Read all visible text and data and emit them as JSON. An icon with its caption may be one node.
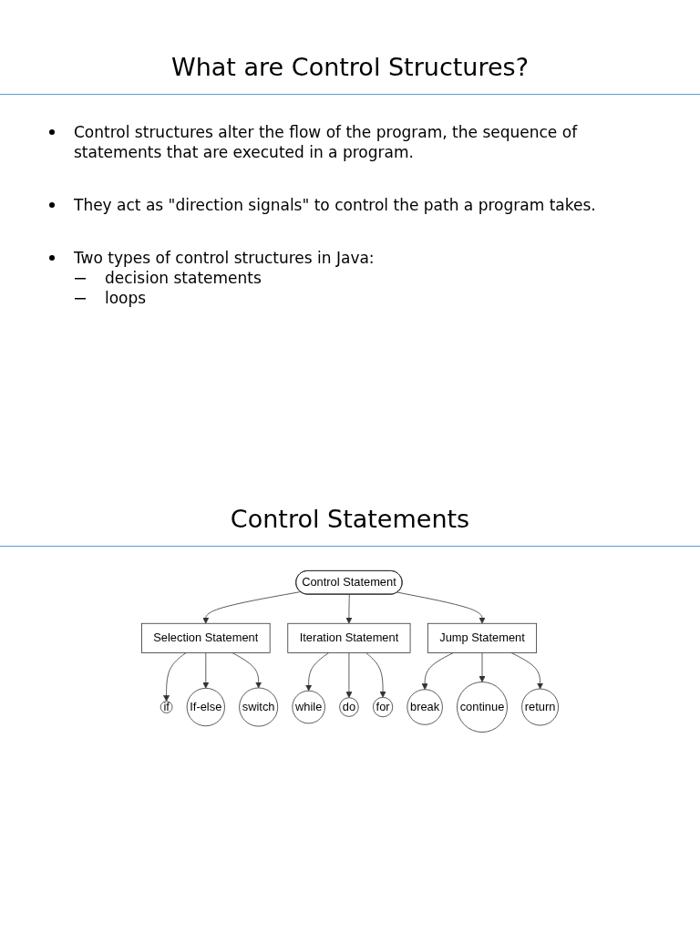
{
  "diagram": {
    "title": "What are Control Structures?",
    "nodes": [
      {
        "text": [
          "Control Statement"
        ]
      },
      {
        "text": [
          "Selection Statement"
        ]
      },
      {
        "text": [
          "Iteration Statement"
        ]
      },
      {
        "text": [
          "Jump Statement"
        ]
      },
      {
        "text": [
          "if"
        ]
      },
      {
        "text": [
          "If-else"
        ]
      },
      {
        "text": [
          "switch"
        ]
      },
      {
        "text": [
          "while"
        ]
      },
      {
        "text": [
          "do"
        ]
      },
      {
        "text": [
          "for"
        ]
      },
      {
        "text": [
          "break"
        ]
      },
      {
        "text": [
          "continue"
        ]
      },
      {
        "text": [
          "return"
        ]
      }
    ],
    "edges": [
      {
        "from": 0,
        "to": 1,
        "arrow": "to"
      },
      {
        "from": 0,
        "to": 2,
        "arrow": "to"
      },
      {
        "from": 0,
        "to": 3,
        "arrow": "to"
      },
      {
        "from": 1,
        "to": 4,
        "arrow": "to"
      },
      {
        "from": 1,
        "to": 5,
        "arrow": "to"
      },
      {
        "from": 1,
        "to": 6,
        "arrow": "to"
      },
      {
        "from": 2,
        "to": 7,
        "arrow": "to"
      },
      {
        "from": 2,
        "to": 8,
        "arrow": "to"
      },
      {
        "from": 2,
        "to": 9,
        "arrow": "to"
      },
      {
        "from": 3,
        "to": 10,
        "arrow": "to"
      },
      {
        "from": 3,
        "to": 11,
        "arrow": "to"
      },
      {
        "from": 3,
        "to": 12,
        "arrow": "to"
      }
    ],
    "labels": [
      "Control structures alter the flow of the program, the sequence of statements that are executed in a program.",
      "They act as \"direction signals\" to control the path a program takes.",
      "Two types of control structures in Java:",
      "decision statements",
      "loops",
      "Control Statements"
    ]
  }
}
